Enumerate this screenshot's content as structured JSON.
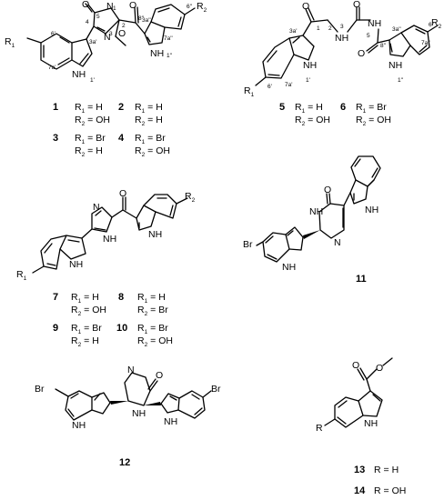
{
  "atoms": {
    "N": "N",
    "NH": "NH",
    "O": "O",
    "Br": "Br",
    "R": "R",
    "R1": "R",
    "R2": "R",
    "s1": "1",
    "s2": "2"
  },
  "locants": {
    "c1": {
      "l1": "1",
      "l2": "2",
      "l3": "3",
      "l4": "4",
      "l5": "5",
      "l8": "8''",
      "l3a1": "3a'",
      "l6p": "6'",
      "l7a1": "7a'",
      "l1p": "1'",
      "l3a2": "3a''",
      "l6pp": "6''",
      "l7a2": "7a''",
      "l1pp": "1''"
    },
    "c5": {
      "l1": "1",
      "l2": "2",
      "l3": "3",
      "l5": "5",
      "l8": "8''",
      "l3a1": "3a'",
      "l6p": "6'",
      "l7a1": "7a'",
      "l1p": "1'",
      "l3a2": "3a''",
      "l6pp": "6''",
      "l7a2": "7a''",
      "l1pp": "1''"
    }
  },
  "compounds": [
    {
      "id": "1",
      "r1": "H",
      "r2": "OH"
    },
    {
      "id": "2",
      "r1": "H",
      "r2": "H"
    },
    {
      "id": "3",
      "r1": "Br",
      "r2": "H"
    },
    {
      "id": "4",
      "r1": "Br",
      "r2": "OH"
    },
    {
      "id": "5",
      "r1": "H",
      "r2": "OH"
    },
    {
      "id": "6",
      "r1": "Br",
      "r2": "OH"
    },
    {
      "id": "7",
      "r1": "H",
      "r2": "OH"
    },
    {
      "id": "8",
      "r1": "H",
      "r2": "Br"
    },
    {
      "id": "9",
      "r1": "Br",
      "r2": "H"
    },
    {
      "id": "10",
      "r1": "Br",
      "r2": "OH"
    },
    {
      "id": "11"
    },
    {
      "id": "12"
    },
    {
      "id": "13",
      "r": "H"
    },
    {
      "id": "14",
      "r": "OH"
    }
  ]
}
